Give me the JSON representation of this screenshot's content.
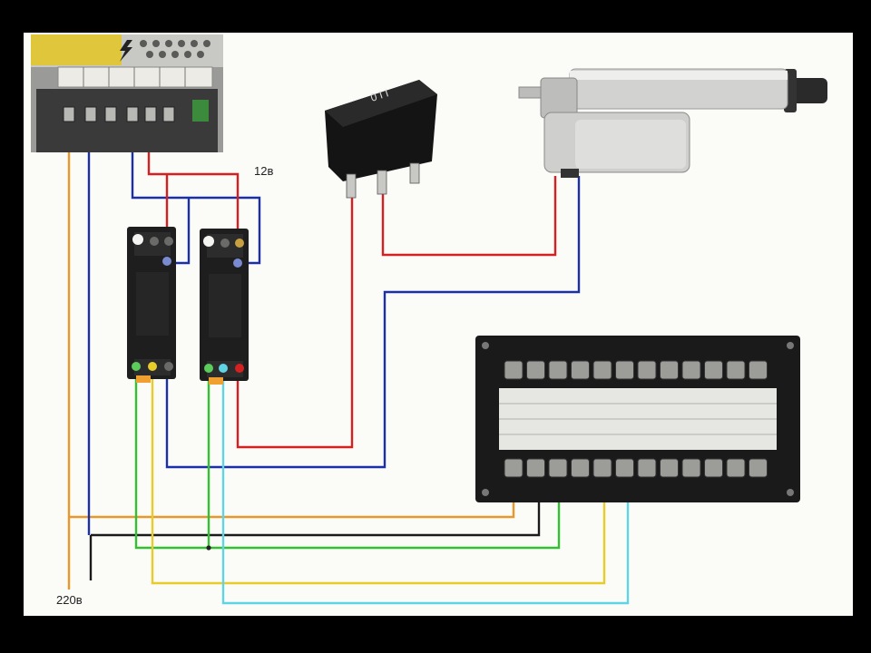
{
  "labels": {
    "voltage_dc": "12в",
    "voltage_ac": "220в"
  },
  "colors": {
    "background": "#000000",
    "panel": "#fbfbf8",
    "wire_red": "#d42020",
    "wire_blue": "#1b2fa8",
    "wire_orange": "#e9962a",
    "wire_black": "#1a1a1a",
    "wire_green": "#32c032",
    "wire_yellow": "#e8cc2a",
    "wire_cyan": "#5fd4e4"
  },
  "components": [
    {
      "id": "power-supply",
      "kind": "12V DC power supply"
    },
    {
      "id": "rocker-switch",
      "kind": "3-position rocker switch"
    },
    {
      "id": "linear-actuator",
      "kind": "electric linear actuator"
    },
    {
      "id": "relay-1",
      "kind": "DIN-rail relay"
    },
    {
      "id": "relay-2",
      "kind": "DIN-rail relay"
    },
    {
      "id": "timer-controller",
      "kind": "terminal-block controller"
    }
  ]
}
